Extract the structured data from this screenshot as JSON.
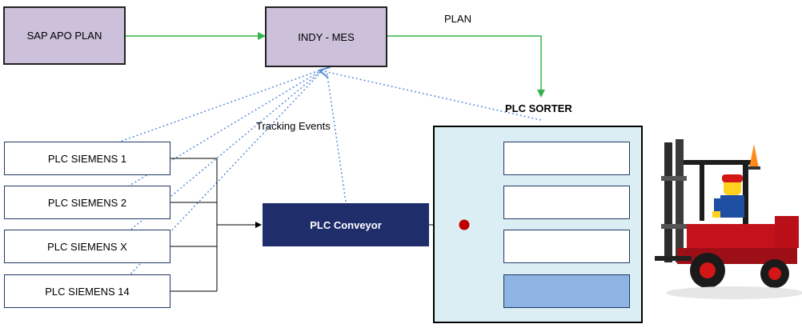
{
  "nodes": {
    "sap": "SAP APO PLAN",
    "mes": "INDY - MES",
    "plc1": "PLC SIEMENS 1",
    "plc2": "PLC SIEMENS 2",
    "plcx": "PLC SIEMENS X",
    "plc14": "PLC SIEMENS 14",
    "conveyor": "PLC Conveyor"
  },
  "labels": {
    "plan": "PLAN",
    "sorter": "PLC SORTER",
    "tracking": "Tracking Events"
  },
  "colors": {
    "plan_flow": "#33b34a",
    "tracking_flow": "#5b8ed6",
    "wiring": "#000000",
    "junction": "#c00000",
    "mes_box": "#ccc0da",
    "conveyor_box": "#1f2d6b",
    "sorter_panel": "#dbeef4",
    "highlight_slot": "#8eb4e3"
  },
  "image": {
    "forklift": "lego-forklift-photo"
  }
}
